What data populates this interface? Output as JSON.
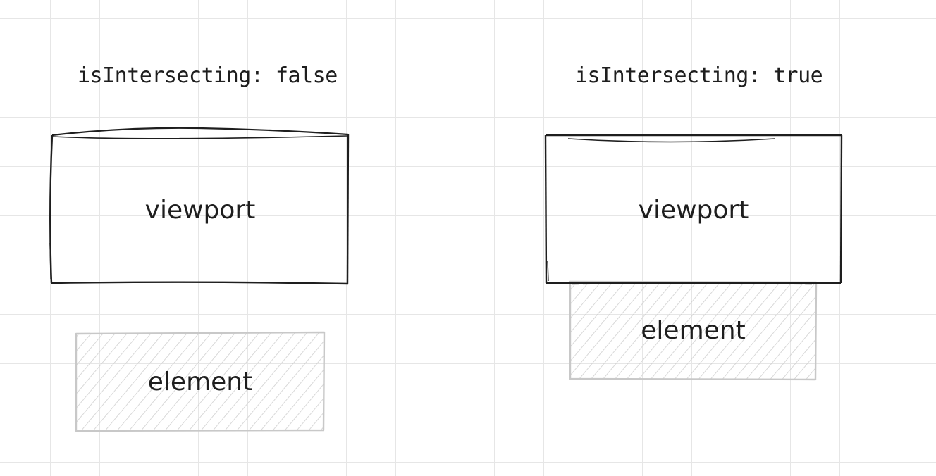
{
  "diagram": {
    "left": {
      "status_label": "isIntersecting: false",
      "viewport_label": "viewport",
      "element_label": "element"
    },
    "right": {
      "status_label": "isIntersecting: true",
      "viewport_label": "viewport",
      "element_label": "element"
    }
  },
  "colors": {
    "stroke": "#1e1e1e",
    "element_stroke": "#c8c8c8",
    "hatch": "#cfcfcf",
    "grid": "#e6e6e6"
  }
}
